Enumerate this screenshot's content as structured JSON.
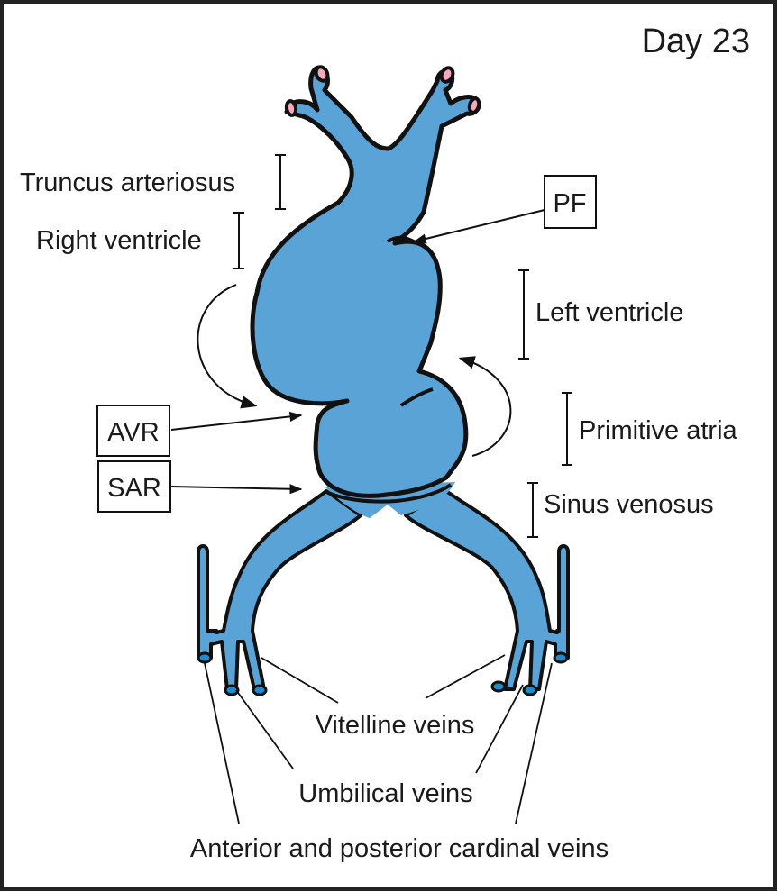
{
  "title": "Day 23",
  "colors": {
    "arterial": "#EC5379",
    "venous": "#5AA3D6",
    "vessel_lumen_arterial": "#F6A9BC",
    "vessel_lumen_venous": "#1E8BD0",
    "outline": "#111111"
  },
  "labels": {
    "truncus_arteriosus": "Truncus arteriosus",
    "right_ventricle": "Right ventricle",
    "left_ventricle": "Left ventricle",
    "primitive_atria": "Primitive atria",
    "sinus_venosus": "Sinus venosus",
    "vitelline_veins": "Vitelline veins",
    "umbilical_veins": "Umbilical veins",
    "cardinal_veins": "Anterior and posterior cardinal veins"
  },
  "boxed_labels": {
    "pf": "PF",
    "avr": "AVR",
    "sar": "SAR"
  }
}
